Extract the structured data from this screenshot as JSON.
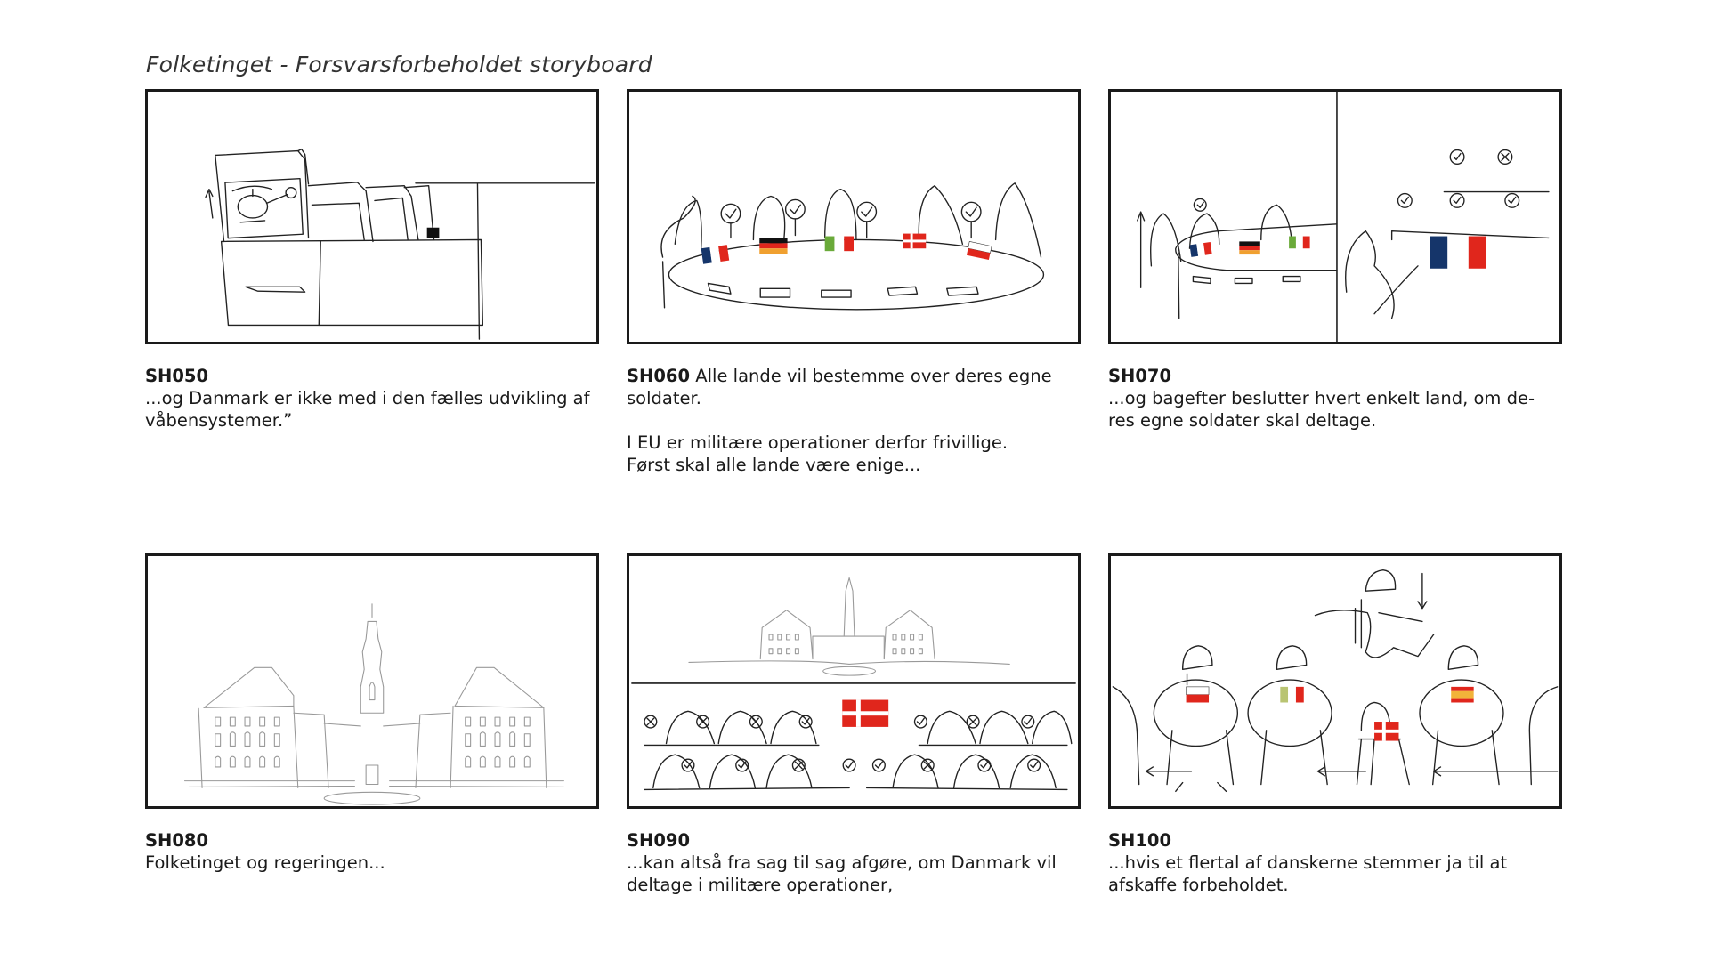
{
  "document": {
    "title": "Folketinget - Forsvarsforbeholdet storyboard"
  },
  "colors": {
    "frame": "#1a1a1a",
    "flag_red": "#e0261c",
    "flag_blue": "#15356a",
    "flag_green": "#6aaa3a",
    "flag_black": "#111111",
    "flag_gold": "#f0a030",
    "flag_spain_yellow": "#f2b33a"
  },
  "shots": [
    {
      "id": "SH050",
      "lines": [
        "...og Danmark er ikke med i den fælles udvikling af våbensystemer.”"
      ],
      "illustration": "filing-cabinet-drawer-with-helicopter-blueprint-folder"
    },
    {
      "id": "SH060",
      "inline_text": "Alle lande vil bestemme over deres egne soldater.",
      "lines": [
        "I EU er militære operationer derfor frivillige.",
        "Først skal alle lande være enige..."
      ],
      "illustration": "round-table-with-leaders-and-checkmark-signs",
      "flags": [
        "France",
        "Germany",
        "Italy",
        "Denmark",
        "Poland"
      ]
    },
    {
      "id": "SH070",
      "lines": [
        "...og bagefter beslutter hvert enkelt land, om de-res egne soldater skal deltage."
      ],
      "line_breaks": [
        "...og bagefter beslutter hvert enkelt land, om de-",
        "res egne soldater skal deltage."
      ],
      "illustration": "split-panel-round-table-and-french-parliament",
      "flags": [
        "France",
        "Germany",
        "Italy",
        "France"
      ]
    },
    {
      "id": "SH080",
      "lines": [
        "Folketinget og regeringen..."
      ],
      "illustration": "christiansborg-palace-sketch"
    },
    {
      "id": "SH090",
      "lines": [
        "...kan altså fra sag til sag afgøre, om Danmark vil deltage i militære operationer,"
      ],
      "line_breaks": [
        "...kan altså fra sag til sag afgøre, om Danmark vil",
        "deltage i militære operationer,"
      ],
      "illustration": "christiansborg-above-parliament-voting",
      "flags": [
        "Denmark"
      ]
    },
    {
      "id": "SH100",
      "lines": [
        "...hvis et flertal af danskerne stemmer ja til at afskaffe forbeholdet."
      ],
      "line_breaks": [
        "...hvis et flertal af danskerne stemmer ja til at",
        "afskaffe forbeholdet."
      ],
      "illustration": "soldiers-on-chairs-danish-soldier-jumping-into-empty-seat",
      "flags": [
        "Poland",
        "Italy",
        "Denmark",
        "Spain"
      ]
    }
  ]
}
